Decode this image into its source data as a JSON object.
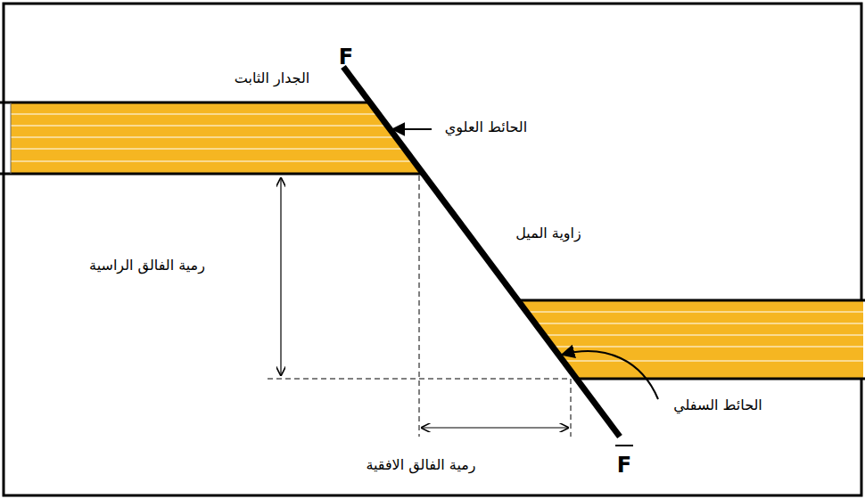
{
  "diagram": {
    "labels": [
      "F",
      "الجدار الثابت",
      "الحائط العلوي",
      "زاوية الميل",
      "رمية الفالق الراسية",
      "الحائط السفلي",
      "رمية الفالق الافقية",
      "F"
    ]
  }
}
